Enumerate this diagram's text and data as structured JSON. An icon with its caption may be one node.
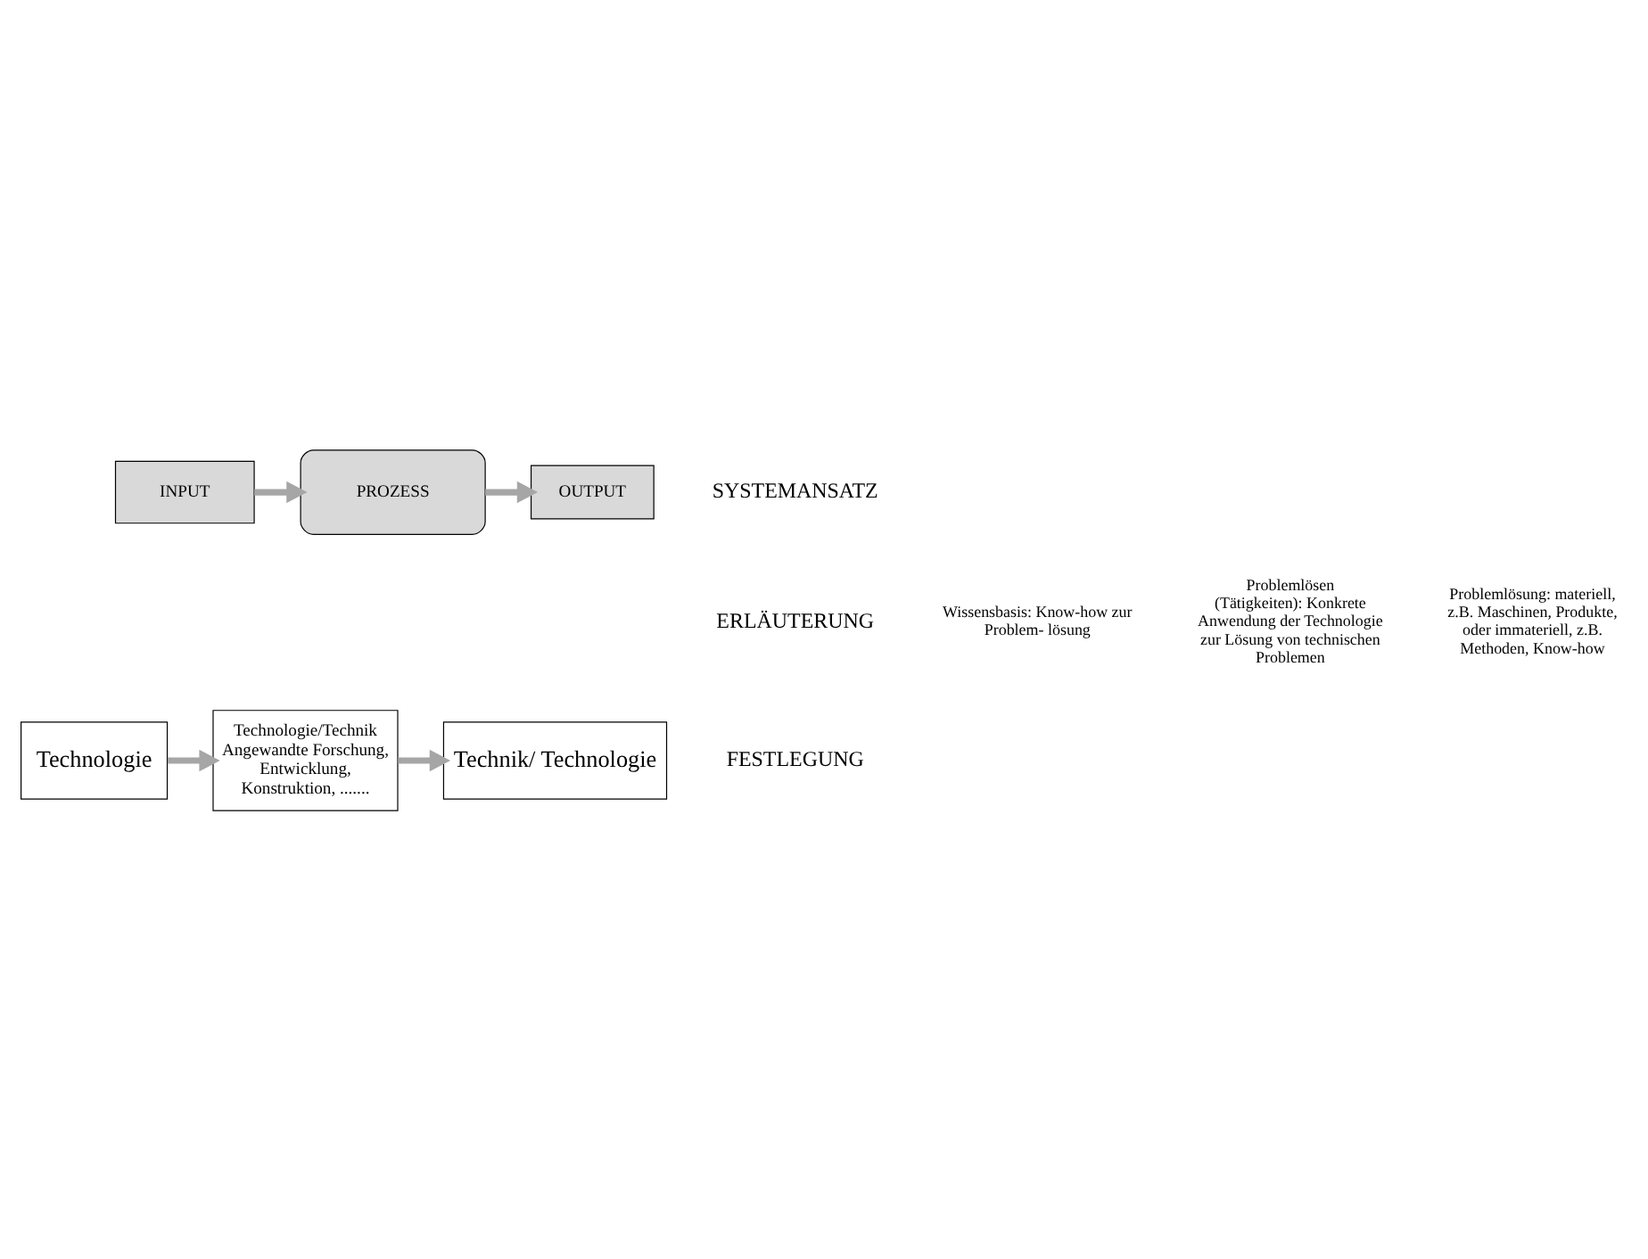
{
  "diagram": {
    "nodes": [
      {
        "text": [
          "INPUT"
        ]
      },
      {
        "text": [
          "PROZESS"
        ]
      },
      {
        "text": [
          "OUTPUT"
        ]
      },
      {
        "text": [
          "Technologie"
        ]
      },
      {
        "text": [
          "Technologie/Technik",
          "Angewandte Forschung, Entwicklung, Konstruktion, ......."
        ]
      },
      {
        "text": [
          "Technik/ Technologie"
        ]
      }
    ],
    "edges": [
      {
        "from": 0,
        "to": 1,
        "arrow": "to"
      },
      {
        "from": 1,
        "to": 2,
        "arrow": "to"
      },
      {
        "from": 3,
        "to": 4,
        "arrow": "to"
      },
      {
        "from": 4,
        "to": 5,
        "arrow": "to"
      }
    ],
    "labels": [
      "SYSTEMANSATZ",
      "ERLÄUTERUNG",
      "Wissensbasis: Know-how zur Problem- lösung",
      "Problemlösen (Tätigkeiten): Konkrete Anwendung der Technologie zur Lösung von technischen Problemen",
      "Problemlösung: materiell, z.B. Maschinen, Produkte, oder immateriell, z.B. Methoden, Know-how",
      "FESTLEGUNG"
    ]
  }
}
